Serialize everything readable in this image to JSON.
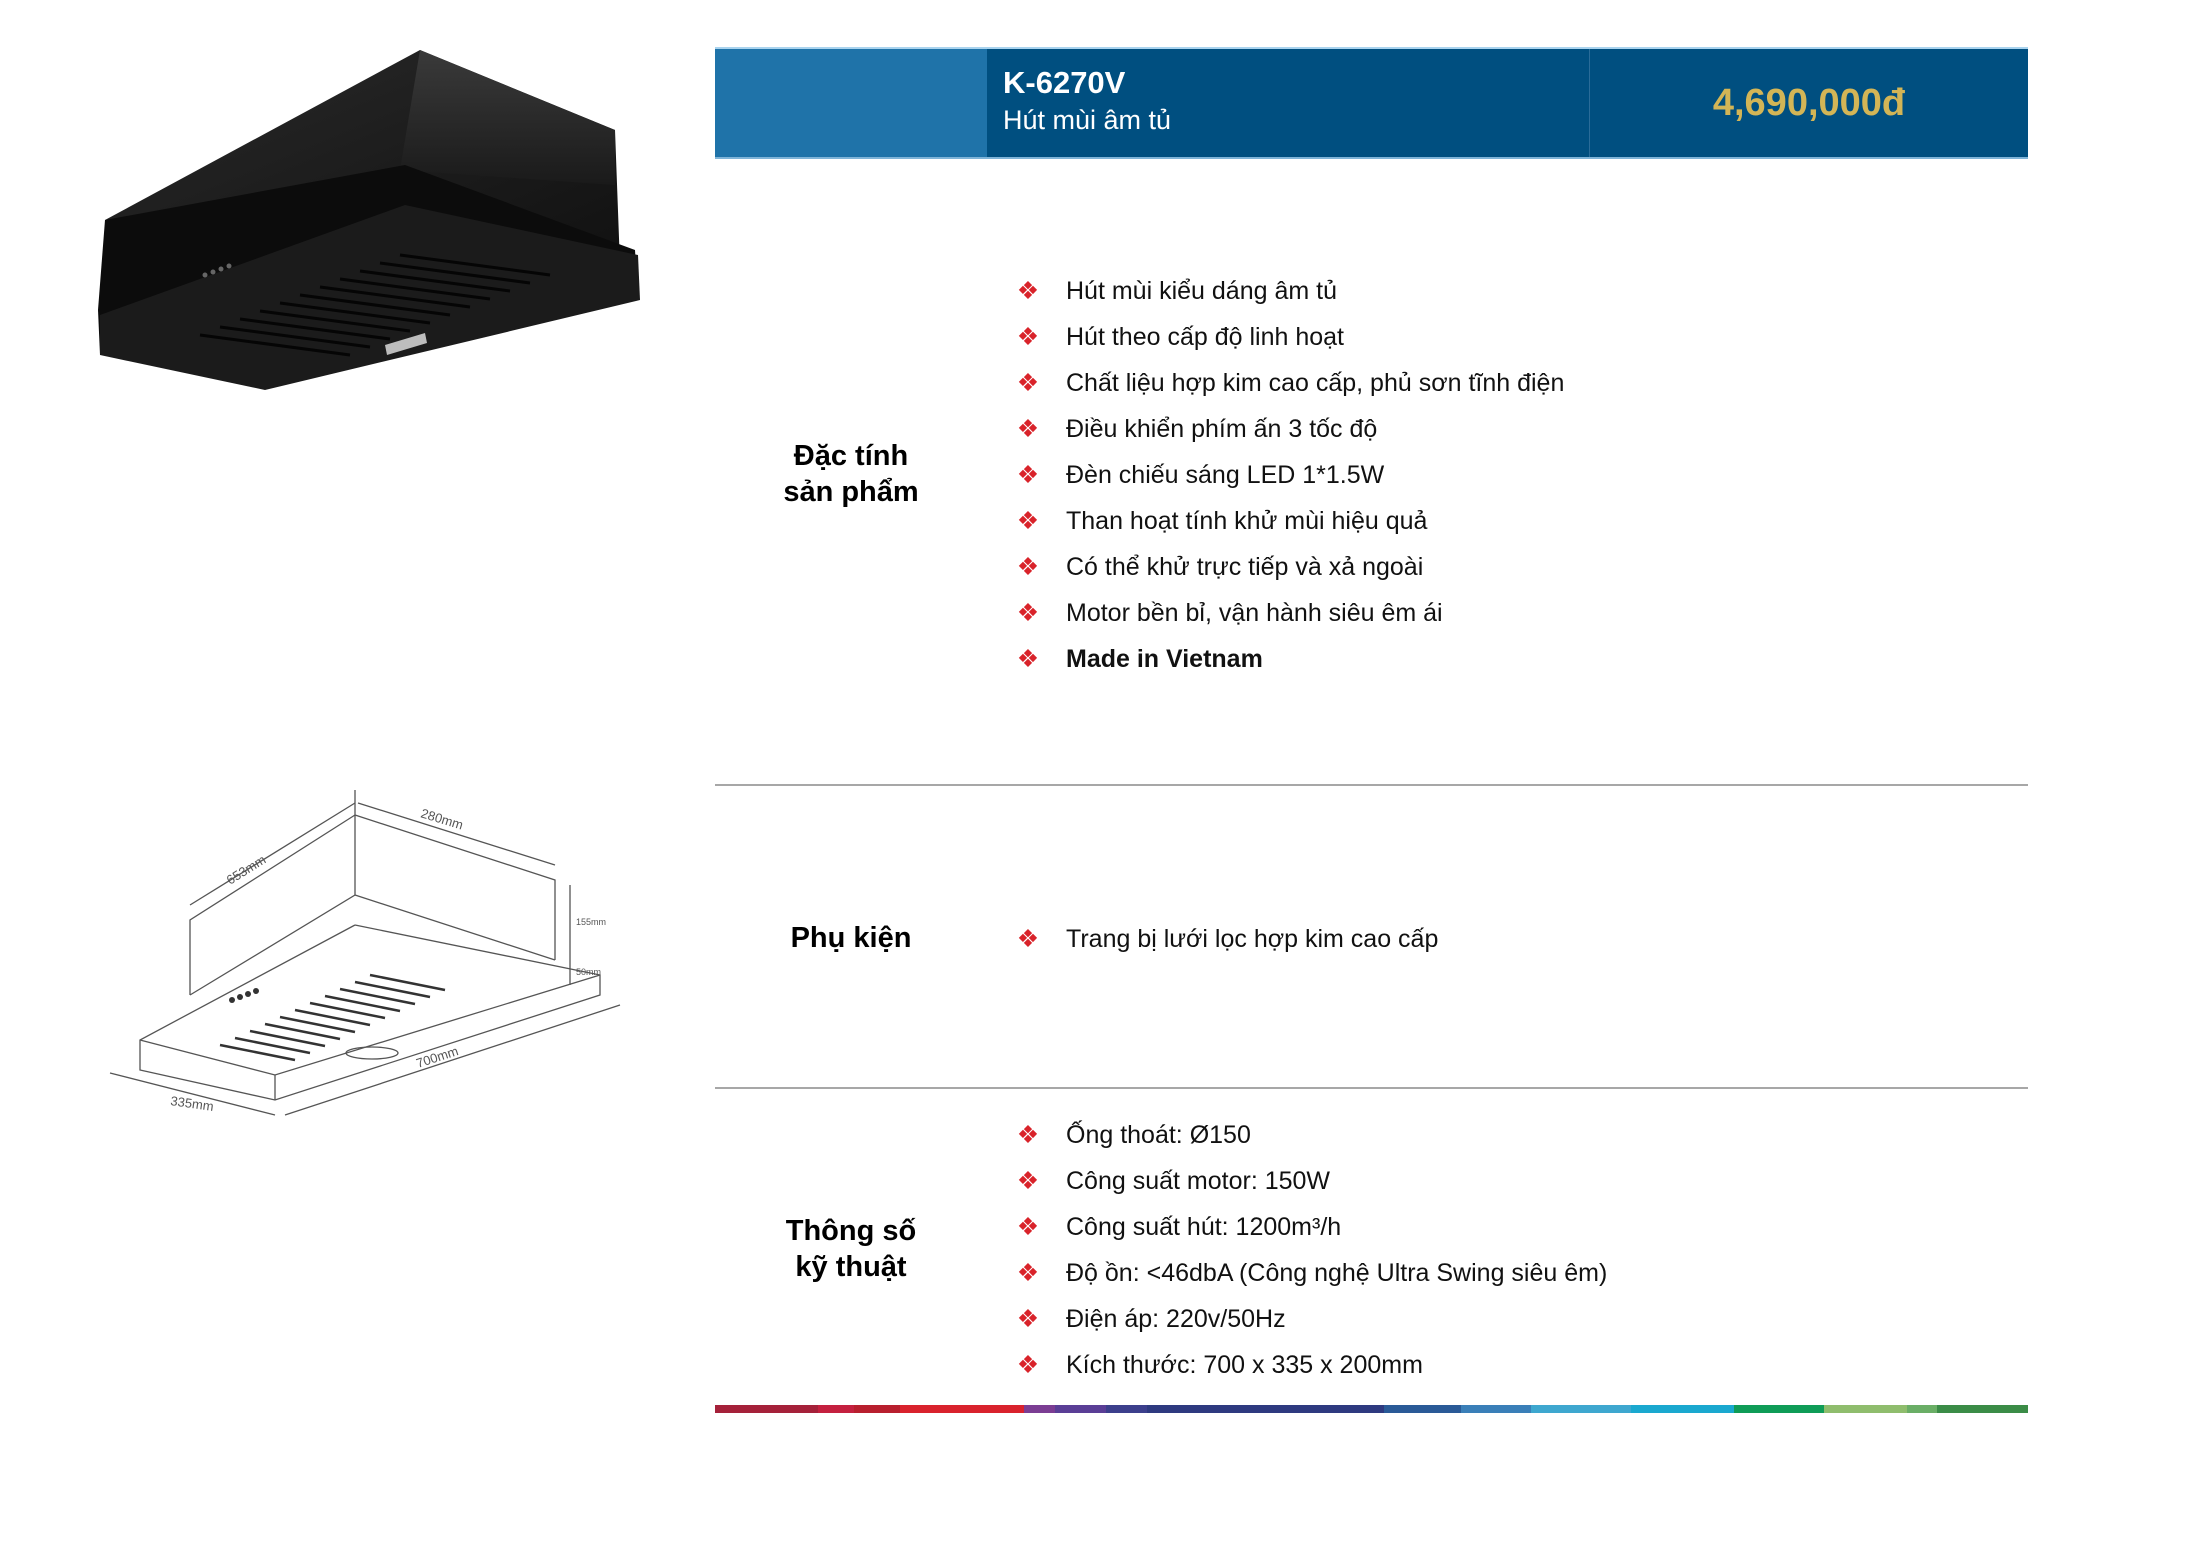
{
  "header": {
    "model": "K-6270V",
    "subtitle": "Hút mùi âm tủ",
    "price": "4,690,000đ",
    "colors": {
      "band": "#004f80",
      "left_block": "#1f73a9",
      "price": "#d3b556"
    }
  },
  "sections": {
    "features": {
      "label_line1": "Đặc tính",
      "label_line2": "sản phẩm",
      "items": [
        {
          "text": "Hút mùi kiểu dáng âm tủ"
        },
        {
          "text": "Hút theo cấp độ linh hoạt"
        },
        {
          "text": "Chất liệu hợp kim cao cấp, phủ sơn tĩnh điện"
        },
        {
          "text": "Điều khiển phím ấn 3 tốc độ"
        },
        {
          "text": "Đèn chiếu sáng LED 1*1.5W"
        },
        {
          "text": "Than hoạt tính khử mùi hiệu quả"
        },
        {
          "text": "Có thể khử trực tiếp và xả ngoài"
        },
        {
          "text": "Motor bền bỉ, vận hành siêu êm ái"
        },
        {
          "text": "Made in Vietnam",
          "bold": true
        }
      ]
    },
    "accessories": {
      "label": "Phụ kiện",
      "items": [
        {
          "text": "Trang bị lưới lọc hợp kim cao cấp"
        }
      ]
    },
    "specs": {
      "label_line1": "Thông số",
      "label_line2": "kỹ thuật",
      "items": [
        {
          "text": "Ống thoát: Ø150"
        },
        {
          "text": "Công suất motor: 150W"
        },
        {
          "text": "Công suất hút: 1200m³/h"
        },
        {
          "text": "Độ ồn: <46dbA (Công nghệ Ultra Swing siêu êm)"
        },
        {
          "text": "Điện áp: 220v/50Hz"
        },
        {
          "text": "Kích thước: 700 x 335 x 200mm"
        }
      ]
    }
  },
  "bullet": {
    "icon": "four-diamond-bullet-icon",
    "glyph": "❖",
    "color": "#d9232a"
  },
  "diagram": {
    "labels": {
      "depth_top": "653mm",
      "width_top": "280mm",
      "height_upper": "155mm",
      "height_lower": "50mm",
      "width_bottom": "700mm",
      "depth_bottom": "335mm"
    }
  },
  "footer_bar": {
    "segments": [
      {
        "color": "#a5213a",
        "flex": 100
      },
      {
        "color": "#c4203f",
        "flex": 35
      },
      {
        "color": "#b81f2e",
        "flex": 45
      },
      {
        "color": "#d9222d",
        "flex": 120
      },
      {
        "color": "#7b3d93",
        "flex": 30
      },
      {
        "color": "#5a3e96",
        "flex": 50
      },
      {
        "color": "#3c3f8c",
        "flex": 40
      },
      {
        "color": "#2e3a80",
        "flex": 230
      },
      {
        "color": "#2a5a97",
        "flex": 75
      },
      {
        "color": "#3a7fb8",
        "flex": 68
      },
      {
        "color": "#3ea7cf",
        "flex": 97
      },
      {
        "color": "#1aa8cf",
        "flex": 100
      },
      {
        "color": "#0f9c57",
        "flex": 88
      },
      {
        "color": "#8fbd6d",
        "flex": 80
      },
      {
        "color": "#6aae66",
        "flex": 30
      },
      {
        "color": "#3b8c47",
        "flex": 88
      }
    ]
  }
}
